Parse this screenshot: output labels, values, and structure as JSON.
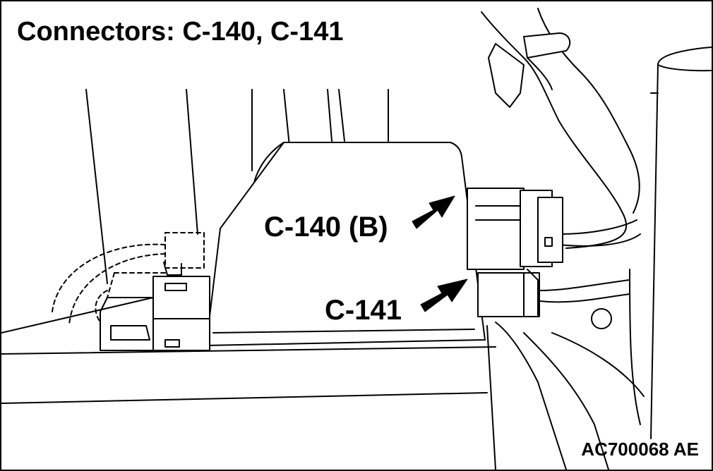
{
  "title": "Connectors: C-140, C-141",
  "callouts": {
    "c140": "C-140 (B)",
    "c141": "C-141"
  },
  "figure_code": "AC700068 AE"
}
